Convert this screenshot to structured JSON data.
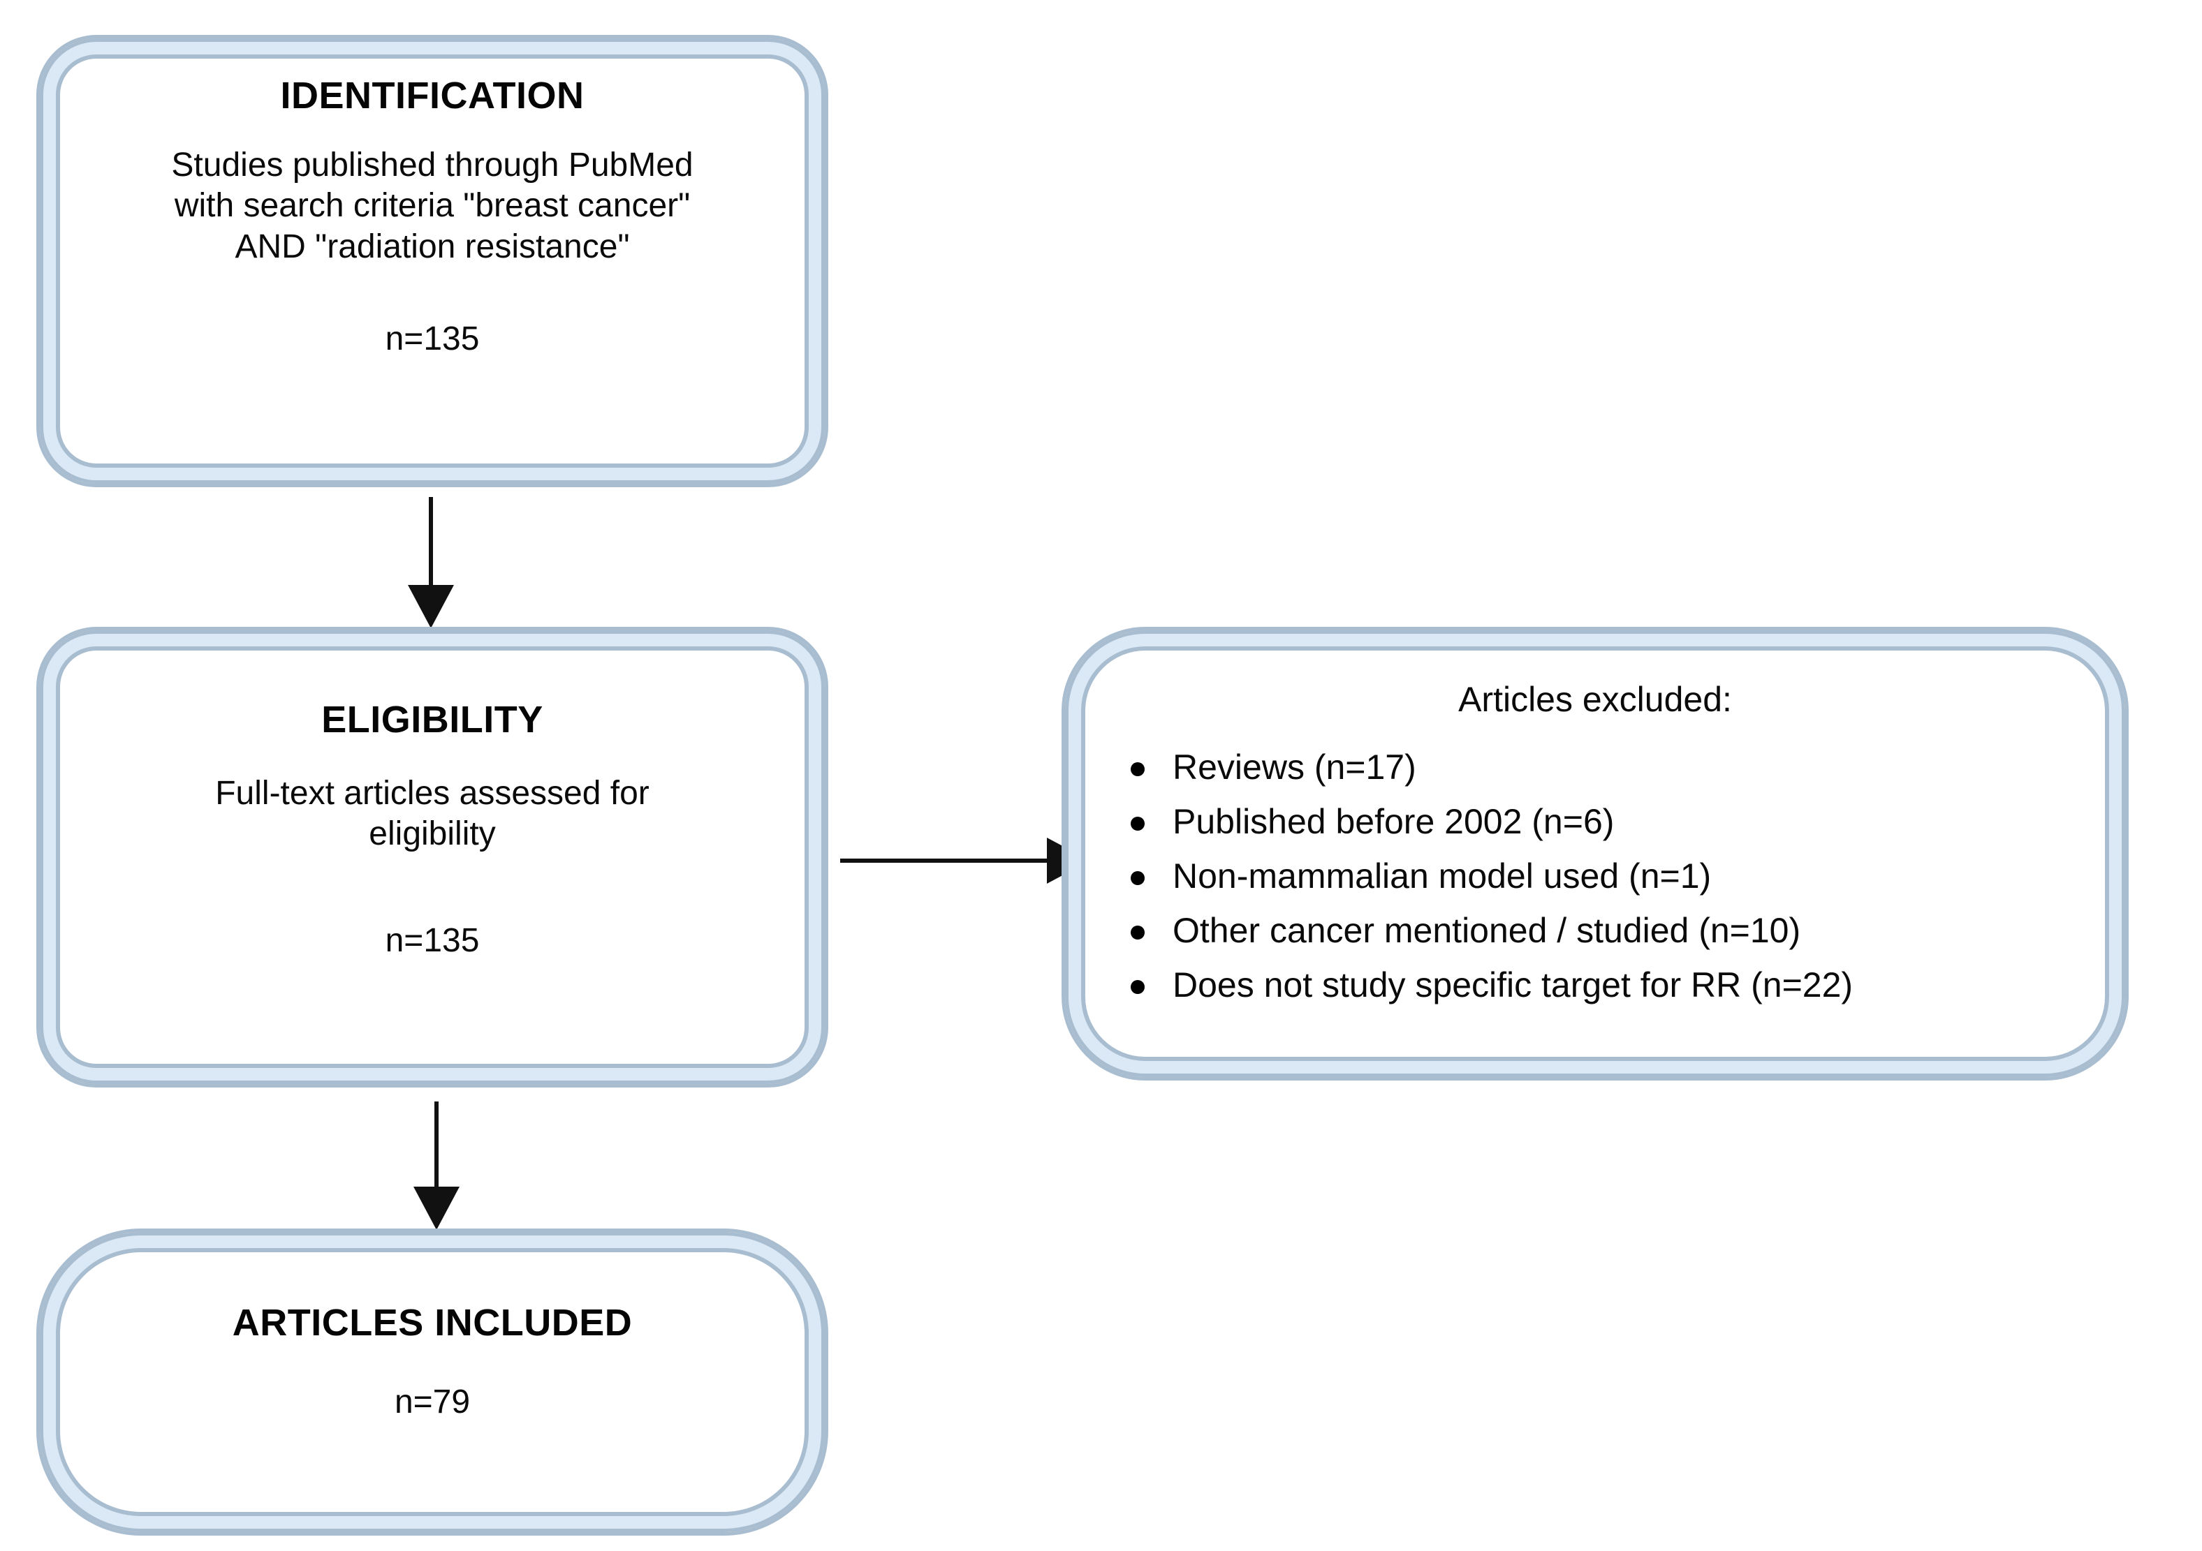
{
  "diagram": {
    "title": "PRISMA study-selection flow diagram",
    "type": "flowchart",
    "palette": {
      "box_border_outer": "#a9bdd0",
      "box_border_band": "#dbe9f6",
      "box_fill": "#ffffff",
      "text": "#0a0a0a",
      "arrow": "#111111",
      "background": "#ffffff"
    }
  },
  "identification": {
    "title": "IDENTIFICATION",
    "body": "Studies published through PubMed with search criteria \"breast cancer\" AND \"radiation resistance\"",
    "count": "n=135"
  },
  "eligibility": {
    "title": "ELIGIBILITY",
    "body": "Full-text articles assessed for eligibility",
    "count": "n=135"
  },
  "excluded": {
    "heading": "Articles excluded:",
    "items": [
      "Reviews (n=17)",
      "Published before 2002 (n=6)",
      "Non-mammalian model used (n=1)",
      "Other cancer mentioned / studied (n=10)",
      "Does not study specific target for RR (n=22)"
    ]
  },
  "included": {
    "title": "ARTICLES INCLUDED",
    "count": "n=79"
  },
  "arrows": [
    {
      "name": "identification-to-eligibility",
      "direction": "down"
    },
    {
      "name": "eligibility-to-excluded",
      "direction": "right"
    },
    {
      "name": "eligibility-to-included",
      "direction": "down"
    }
  ]
}
